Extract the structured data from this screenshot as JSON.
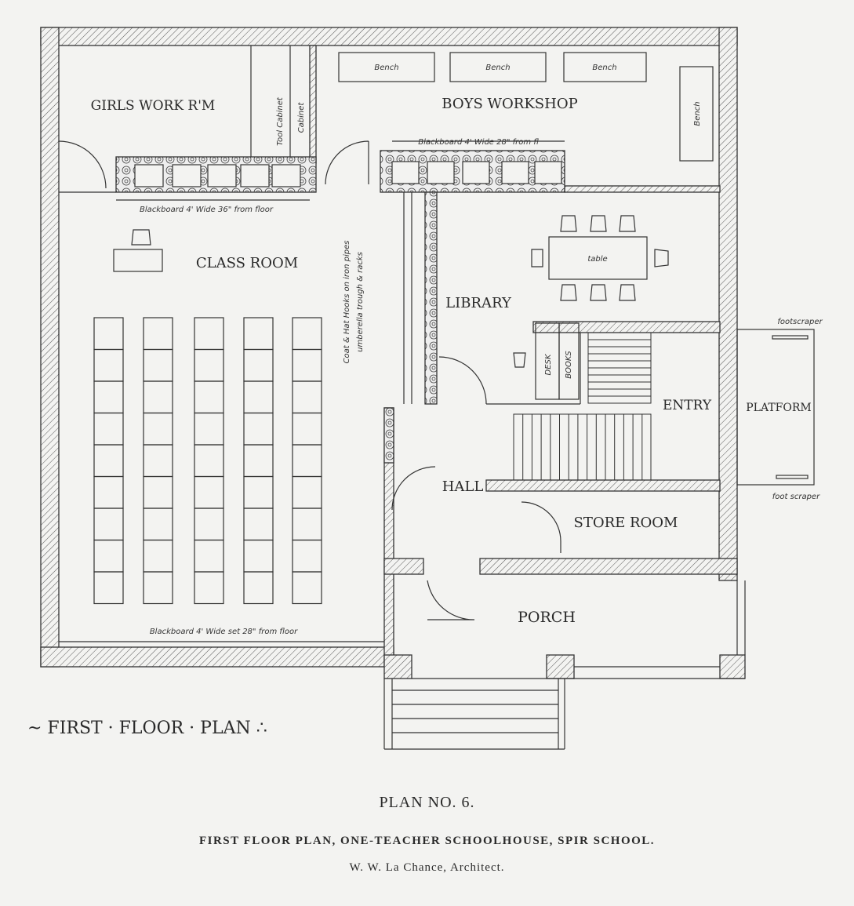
{
  "plan": {
    "rooms": {
      "girls_work_room": "GIRLS WORK R'M",
      "boys_workshop": "BOYS WORKSHOP",
      "class_room": "CLASS ROOM",
      "library": "LIBRARY",
      "entry": "ENTRY",
      "platform": "PLATFORM",
      "hall": "HALL",
      "store_room": "STORE ROOM",
      "porch": "PORCH"
    },
    "fixtures": {
      "bench": "Bench",
      "tool_cabinet": "Tool Cabinet",
      "cabinet": "Cabinet",
      "table": "table",
      "desk": "DESK",
      "books": "BOOKS",
      "foot_scraper_top": "footscraper",
      "foot_scraper_bottom": "foot scraper"
    },
    "notes": {
      "blackboard_girls": "Blackboard 4' Wide 36\" from floor",
      "blackboard_boys": "Blackboard 4' Wide 28\" from fl",
      "blackboard_class": "Blackboard 4' Wide set 28\" from floor",
      "coat_hooks_1": "Coat & Hat Hooks on iron pipes",
      "coat_hooks_2": "umberella trough & racks"
    },
    "plan_label": "~ FIRST · FLOOR · PLAN ∴"
  },
  "caption": {
    "plan_number": "PLAN NO. 6.",
    "title": "FIRST FLOOR PLAN, ONE-TEACHER SCHOOLHOUSE, SPIR SCHOOL.",
    "architect": "W. W. La Chance, Architect."
  },
  "desk_layout": {
    "columns": 5,
    "rows": 9
  }
}
